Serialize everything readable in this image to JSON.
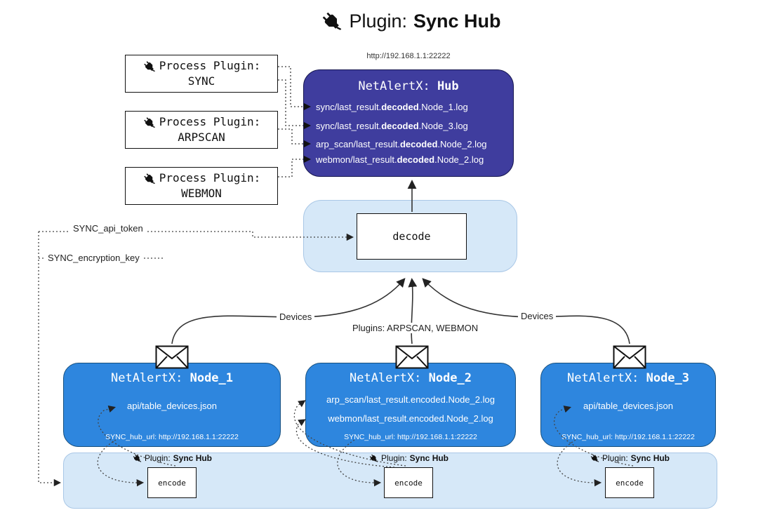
{
  "title": {
    "label": "Plugin:",
    "label_bold": "Sync Hub"
  },
  "process_plugins": [
    {
      "label": "Process Plugin:",
      "name": "SYNC"
    },
    {
      "label": "Process Plugin:",
      "name": "ARPSCAN"
    },
    {
      "label": "Process Plugin:",
      "name": "WEBMON"
    }
  ],
  "hub": {
    "url": "http://192.168.1.1:22222",
    "name": "NetAlertX:",
    "name_bold": "Hub",
    "logs": [
      {
        "pre": "sync/last_result.",
        "bold": "decoded",
        "post": ".Node_1.log"
      },
      {
        "pre": "sync/last_result.",
        "bold": "decoded",
        "post": ".Node_3.log"
      },
      {
        "pre": "arp_scan/last_result.",
        "bold": "decoded",
        "post": ".Node_2.log"
      },
      {
        "pre": "webmon/last_result.",
        "bold": "decoded",
        "post": ".Node_2.log"
      }
    ]
  },
  "decode": {
    "label": "decode"
  },
  "connectors": {
    "api_token": "SYNC_api_token",
    "encryption_key": "SYNC_encryption_key",
    "devices_left": "Devices",
    "plugins_center": "Plugins: ARPSCAN, WEBMON",
    "devices_right": "Devices"
  },
  "nodes": [
    {
      "name": "NetAlertX:",
      "name_bold": "Node_1",
      "files": [
        "api/table_devices.json"
      ],
      "hub_url": "SYNC_hub_url: http://192.168.1.1:22222"
    },
    {
      "name": "NetAlertX:",
      "name_bold": "Node_2",
      "files": [
        "arp_scan/last_result.encoded.Node_2.log",
        "webmon/last_result.encoded.Node_2.log"
      ],
      "hub_url": "SYNC_hub_url: http://192.168.1.1:22222"
    },
    {
      "name": "NetAlertX:",
      "name_bold": "Node_3",
      "files": [
        "api/table_devices.json"
      ],
      "hub_url": "SYNC_hub_url: http://192.168.1.1:22222"
    }
  ],
  "encode": {
    "plugin_label": "Plugin:",
    "plugin_label_bold": "Sync Hub",
    "box_label": "encode"
  },
  "icons": {
    "plug": "plug-icon",
    "mail": "envelope-icon"
  },
  "colors": {
    "hub_bg": "#3f3d9e",
    "node_bg": "#2e86de",
    "band_bg": "#d6e8f8",
    "band_border": "#a9c7e6"
  }
}
